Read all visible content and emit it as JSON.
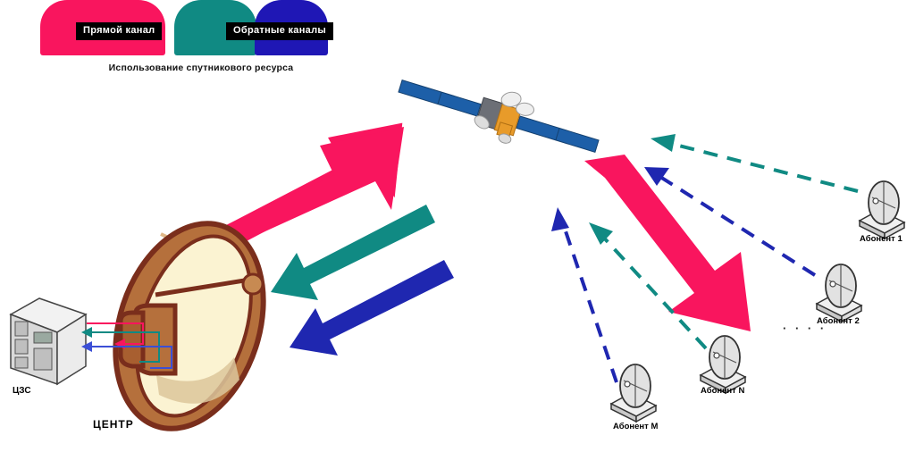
{
  "diagram": {
    "title": "Satellite network resource usage diagram",
    "legend": {
      "forward_label": "Прямой канал",
      "return_label": "Обратные каналы",
      "caption": "Использование спутникового ресурса",
      "bars": [
        {
          "name": "forward-channel",
          "color": "#f9155e"
        },
        {
          "name": "return-channel-teal",
          "color": "#108a83"
        },
        {
          "name": "return-channel-blue",
          "color": "#1f17b5"
        }
      ]
    },
    "nodes": {
      "ground_station_label": "ЦЗС",
      "center_label": "ЦЕНТР",
      "subscriber_1": "Абонент 1",
      "subscriber_2": "Абонент 2",
      "subscriber_n": "Абонент N",
      "subscriber_m": "Абонент M",
      "ellipsis": "· · · ·"
    },
    "colors": {
      "pink": "#f9155e",
      "teal": "#108a83",
      "blue": "#1f27b0",
      "dish_rim": "#7a2e1c",
      "dish_body": "#b5703c",
      "dish_face": "#fbf3d2",
      "satellite_panel": "#1d5fa8",
      "satellite_body": "#e89b2a",
      "server_body": "#d9d9d9",
      "terminal_body": "#d0d0d0"
    },
    "arrows": [
      {
        "name": "uplink-forward",
        "color": "#f9155e",
        "style": "solid",
        "direction": "station-to-satellite"
      },
      {
        "name": "downlink-return-teal",
        "color": "#108a83",
        "style": "solid",
        "direction": "satellite-to-station"
      },
      {
        "name": "downlink-return-blue",
        "color": "#1f27b0",
        "style": "solid",
        "direction": "satellite-to-station"
      },
      {
        "name": "downlink-forward-subscribers",
        "color": "#f9155e",
        "style": "solid",
        "direction": "satellite-to-subscribers"
      },
      {
        "name": "uplink-return-teal-dashed",
        "color": "#108a83",
        "style": "dashed",
        "direction": "subscribers-to-satellite"
      },
      {
        "name": "uplink-return-blue-dashed",
        "color": "#1f27b0",
        "style": "dashed",
        "direction": "subscribers-to-satellite"
      }
    ]
  }
}
